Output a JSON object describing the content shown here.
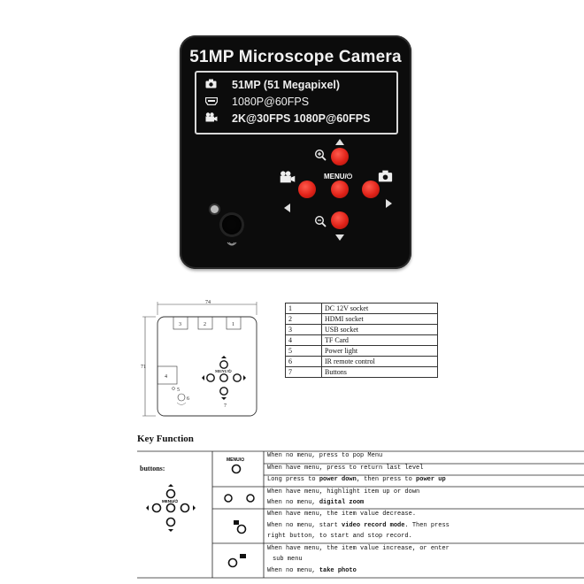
{
  "camera": {
    "title": "51MP Microscope Camera",
    "specs": [
      {
        "icon": "camera-icon",
        "text": "51MP   (51 Megapixel)"
      },
      {
        "icon": "hdmi-icon",
        "text": "1080P@60FPS"
      },
      {
        "icon": "video-camera-icon",
        "text": "2K@30FPS  1080P@60FPS"
      }
    ],
    "menu_label": "MENU/⏻",
    "colors": {
      "body": "#0c0c0c",
      "button": "#e02218",
      "text": "#eeeeee"
    }
  },
  "drawing": {
    "width_label": "74",
    "height_label": "71",
    "port_labels": [
      "3",
      "2",
      "1"
    ],
    "side_labels": [
      "4",
      "5",
      "6",
      "7"
    ],
    "menu_label": "MENU/⏻"
  },
  "parts_table": [
    {
      "num": "1",
      "desc": "DC 12V socket"
    },
    {
      "num": "2",
      "desc": "HDMI socket"
    },
    {
      "num": "3",
      "desc": "USB socket"
    },
    {
      "num": "4",
      "desc": "TF Card"
    },
    {
      "num": "5",
      "desc": "Power light"
    },
    {
      "num": "6",
      "desc": "IR remote control"
    },
    {
      "num": "7",
      "desc": "Buttons"
    }
  ],
  "key_function": {
    "title": "Key Function",
    "buttons_label": "buttons:",
    "menu_label": "MENU/⏻",
    "rows": [
      {
        "lines": [
          "When no menu, press to pop Menu",
          "When have menu, press to return last level"
        ],
        "extra": {
          "pre": "Long press to ",
          "bold1": "power down",
          "mid": ", then press to ",
          "bold2": "power up"
        }
      },
      {
        "line1": "When have menu, highlight item up or down",
        "line2_pre": "When no menu, ",
        "line2_bold": "digital zoom"
      },
      {
        "line1": "When have menu, the item value decrease.",
        "line2_pre": "When no menu, start ",
        "line2_bold": "video record mode",
        "line2_post": ". Then press",
        "line3": "right button, to start and stop record."
      },
      {
        "line1": "When have menu, the item value increase, or enter",
        "line2": "sub menu",
        "line3_pre": "When no menu, ",
        "line3_bold": "take photo"
      }
    ]
  }
}
